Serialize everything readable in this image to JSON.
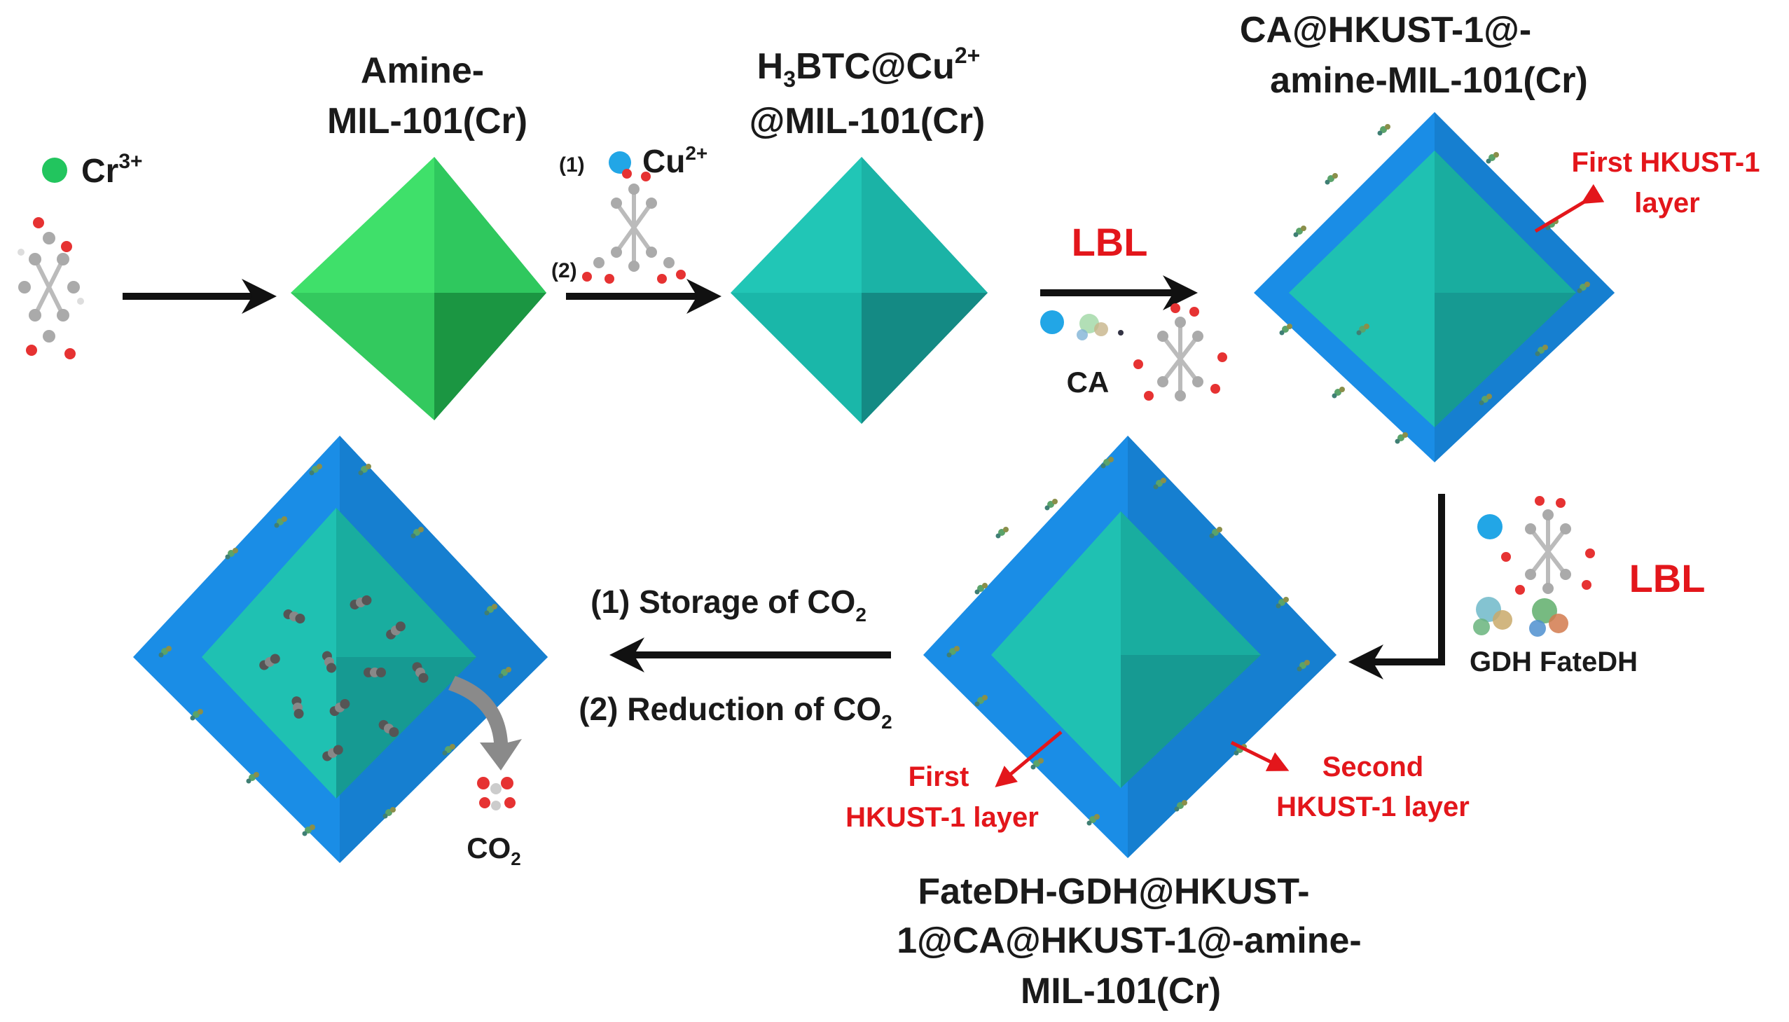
{
  "colors": {
    "chromium_dot": "#22c55e",
    "copper_dot": "#22a6e6",
    "amine_green": "#2ed65a",
    "teal": "#1cc1b0",
    "blue_shell": "#1a8de6",
    "red_label": "#e3161b",
    "arrow": "#111111"
  },
  "legend": {
    "cr_symbol": "Cr",
    "cr_charge": "3+",
    "cu_step": "(1)",
    "cu_symbol": "Cu",
    "cu_charge": "2+",
    "ligand_step": "(2)"
  },
  "stages": {
    "amine_line1": "Amine-",
    "amine_line2": "MIL-101(Cr)",
    "h3btc_h": "H",
    "h3btc_sub": "3",
    "h3btc_rest": "BTC@Cu",
    "h3btc_sup": "2+",
    "h3btc_line2": "@MIL-101(Cr)",
    "ca_line1": "CA@HKUST-1@-",
    "ca_line2": "amine-MIL-101(Cr)",
    "final_line1": "FateDH-GDH@HKUST-",
    "final_line2": "1@CA@HKUST-1@-amine-",
    "final_line3": "MIL-101(Cr)"
  },
  "steps": {
    "lbl_top": "LBL",
    "ca_reagent": "CA",
    "lbl_right": "LBL",
    "enzymes": "GDH FateDH",
    "storage_pre": "(1) Storage of CO",
    "storage_sub": "2",
    "reduction_pre": "(2) Reduction of CO",
    "reduction_sub": "2",
    "co2_main": "CO",
    "co2_sub": "2"
  },
  "annotations": {
    "first_layer_top_line1": "First HKUST-1",
    "first_layer_top_line2": "layer",
    "first_layer_bottom_line1": "First",
    "first_layer_bottom_line2": "HKUST-1 layer",
    "second_layer_line1": "Second",
    "second_layer_line2": "HKUST-1 layer"
  }
}
